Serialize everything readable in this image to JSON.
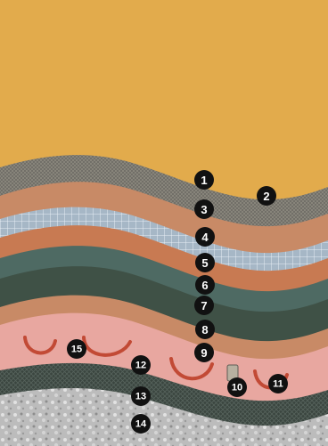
{
  "diagram": {
    "markers": [
      {
        "id": "m1",
        "label": "1"
      },
      {
        "id": "m2",
        "label": "2"
      },
      {
        "id": "m3",
        "label": "3"
      },
      {
        "id": "m4",
        "label": "4"
      },
      {
        "id": "m5",
        "label": "5"
      },
      {
        "id": "m6",
        "label": "6"
      },
      {
        "id": "m7",
        "label": "7"
      },
      {
        "id": "m8",
        "label": "8"
      },
      {
        "id": "m9",
        "label": "9"
      },
      {
        "id": "m10",
        "label": "10"
      },
      {
        "id": "m11",
        "label": "11"
      },
      {
        "id": "m12",
        "label": "12"
      },
      {
        "id": "m13",
        "label": "13"
      },
      {
        "id": "m14",
        "label": "14"
      },
      {
        "id": "m15",
        "label": "15"
      }
    ],
    "colors": {
      "plaster": "#e2ab4c",
      "mesh_gray": "#8c8a7e",
      "clay": "#c88a66",
      "wire_mesh": "#a9b6c4",
      "copper": "#c87a52",
      "slate": "#4e6a63",
      "dark_green": "#3f5146",
      "heating_layer": "#e8a7a0",
      "heating_cable": "#c24a35",
      "dark_mesh": "#35433c",
      "gravel": "#bfbfbf"
    }
  }
}
